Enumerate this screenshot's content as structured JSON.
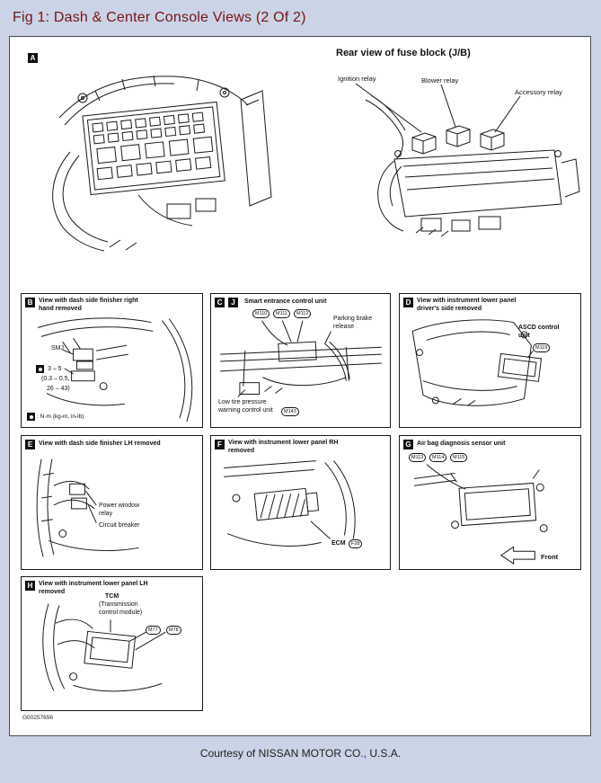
{
  "header": {
    "title": "Fig 1: Dash & Center Console Views (2 Of 2)"
  },
  "footer": {
    "figure_code": "G00257656",
    "courtesy": "Courtesy of NISSAN MOTOR CO., U.S.A."
  },
  "colors": {
    "page_bg": "#cbd4e6",
    "header_text": "#7a1113",
    "content_bg": "#ffffff",
    "line": "#1a1a1a"
  },
  "view_a": {
    "marker": "A"
  },
  "fuse_block_view": {
    "title": "Rear view of fuse block (J/B)",
    "labels": {
      "ignition": "Ignition relay",
      "blower": "Blower relay",
      "accessory": "Accessory relay"
    }
  },
  "panel_b": {
    "marker": "B",
    "title": "View with dash side finisher right hand removed",
    "smj_label": "SMJ",
    "torque_value": "3 – 5",
    "torque_kgm": "(0.3 – 0.5,",
    "torque_inlb": "26 – 43)",
    "unit_legend": ": N·m (kg-m, in-lb)"
  },
  "panel_c": {
    "marker": "C",
    "marker_j": "J",
    "title": "Smart entrance control unit",
    "connectors": [
      "M110",
      "M111",
      "M112"
    ],
    "parking_brake": "Parking brake release",
    "low_tire_line1": "Low tire pressure",
    "low_tire_line2": "warning control unit",
    "low_tire_connector": "M143"
  },
  "panel_d": {
    "marker": "D",
    "title": "View with instrument lower panel driver's side removed",
    "ascd_label": "ASCD control unit",
    "ascd_connector": "M119"
  },
  "panel_e": {
    "marker": "E",
    "title": "View with dash side finisher LH removed",
    "relay_label": "Power window relay",
    "breaker_label": "Circuit breaker"
  },
  "panel_f": {
    "marker": "F",
    "title": "View with instrument lower panel RH removed",
    "ecm_label": "ECM",
    "ecm_connector": "F28"
  },
  "panel_g": {
    "marker": "G",
    "title": "Air bag diagnosis sensor unit",
    "connectors": [
      "M113",
      "M114",
      "M115"
    ],
    "front_label": "Front"
  },
  "panel_h": {
    "marker": "H",
    "title": "View with instrument lower panel LH removed",
    "tcm_label": "TCM",
    "tcm_sub": "(Transmission control module)",
    "connectors": [
      "M77",
      "M78"
    ]
  }
}
